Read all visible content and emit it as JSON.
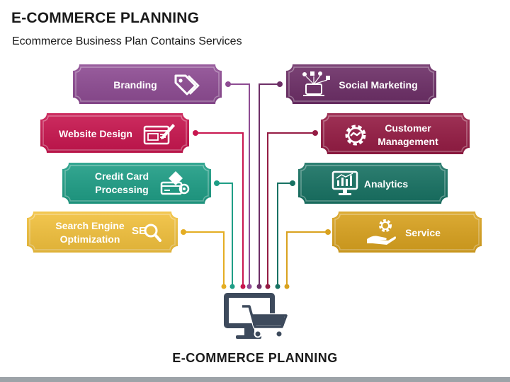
{
  "header": {
    "title": "E-COMMERCE PLANNING",
    "subtitle": "Ecommerce Business Plan Contains Services"
  },
  "left_items": [
    {
      "label": "Branding",
      "color": "#8e4c93",
      "icon": "tag-icon"
    },
    {
      "label": "Website Design",
      "color": "#c8164f",
      "icon": "web-design-icon"
    },
    {
      "label": "Credit Card\nProcessing",
      "color": "#1f9e86",
      "icon": "credit-card-gear-icon"
    },
    {
      "label": "Search Engine\nOptimization",
      "color": "#f2c13d",
      "icon": "seo-magnifier-icon"
    }
  ],
  "right_items": [
    {
      "label": "Social Marketing",
      "color": "#6d2f67",
      "icon": "social-media-icon"
    },
    {
      "label": "Customer\nManagement",
      "color": "#951c44",
      "icon": "gear-handshake-icon"
    },
    {
      "label": "Analytics",
      "color": "#187263",
      "icon": "monitor-chart-icon"
    },
    {
      "label": "Service",
      "color": "#d9a21f",
      "icon": "hand-gear-icon"
    }
  ],
  "center": {
    "icon": "monitor-cart-icon",
    "label": "E-COMMERCE PLANNING"
  }
}
